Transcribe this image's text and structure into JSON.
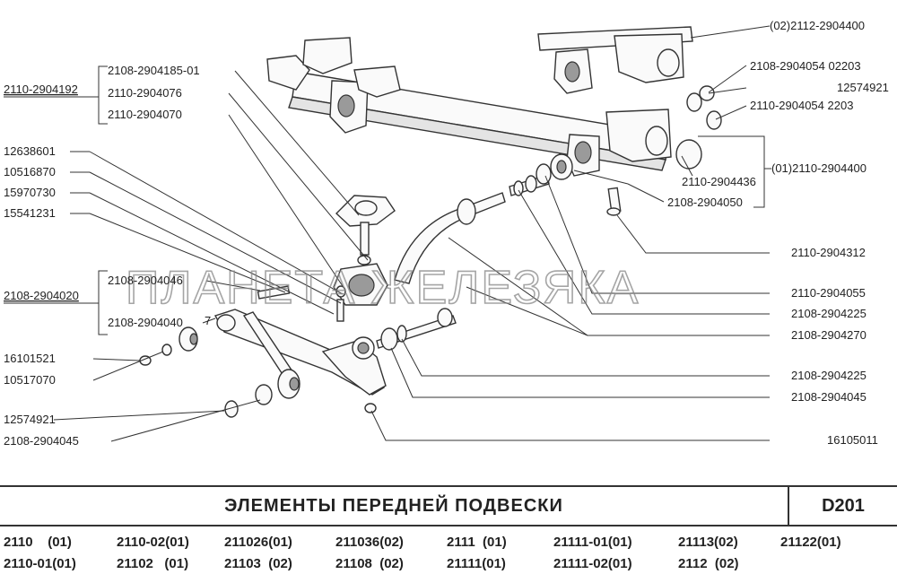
{
  "diagram": {
    "watermark": "ПЛАНЕТА ЖЕЛЕЗЯКА",
    "labels": {
      "l_2112_2904400": "(02)2112-2904400",
      "l_2108_2904054_02203": "2108-2904054  02203",
      "l_12574921_top": "12574921",
      "l_2110_2904054_2203": "2110-2904054  2203",
      "l_01_2110_2904400": "(01)2110-2904400",
      "l_2110_2904436": "2110-2904436",
      "l_2108_2904050": "2108-2904050",
      "l_2110_2904312": "2110-2904312",
      "l_2110_2904055": "2110-2904055",
      "l_2108_2904225_a": "2108-2904225",
      "l_2108_2904270": "2108-2904270",
      "l_2108_2904225_b": "2108-2904225",
      "l_2108_2904045_r": "2108-2904045",
      "l_16105011": "16105011",
      "l_2108_2904185_01": "2108-2904185-01",
      "l_2110_2904076": "2110-2904076",
      "l_2110_2904070": "2110-2904070",
      "l_2110_2904192": "2110-2904192",
      "l_12638601": "12638601",
      "l_10516870": "10516870",
      "l_15970730": "15970730",
      "l_15541231": "15541231",
      "l_2108_2904046": "2108-2904046",
      "l_2108_2904020": "2108-2904020",
      "l_2108_2904040": "2108-2904040",
      "l_7": "7",
      "l_16101521": "16101521",
      "l_10517070": "10517070",
      "l_12574921_bot": "12574921",
      "l_2108_2904045_l": "2108-2904045"
    }
  },
  "title": {
    "text": "ЭЛЕМЕНТЫ  ПЕРЕДНЕЙ  ПОДВЕСКИ",
    "code": "D201"
  },
  "models": {
    "row1": [
      "2110    (01)",
      "2110-02(01)",
      "211026(01)",
      "211036(02)",
      "2111  (01)",
      "21111-01(01)",
      "21113(02)",
      "21122(01)"
    ],
    "row2": [
      "2110-01(01)",
      "21102   (01)",
      "21103  (02)",
      "21108  (02)",
      "21111(01)",
      "21111-02(01)",
      "2112  (02)"
    ]
  }
}
